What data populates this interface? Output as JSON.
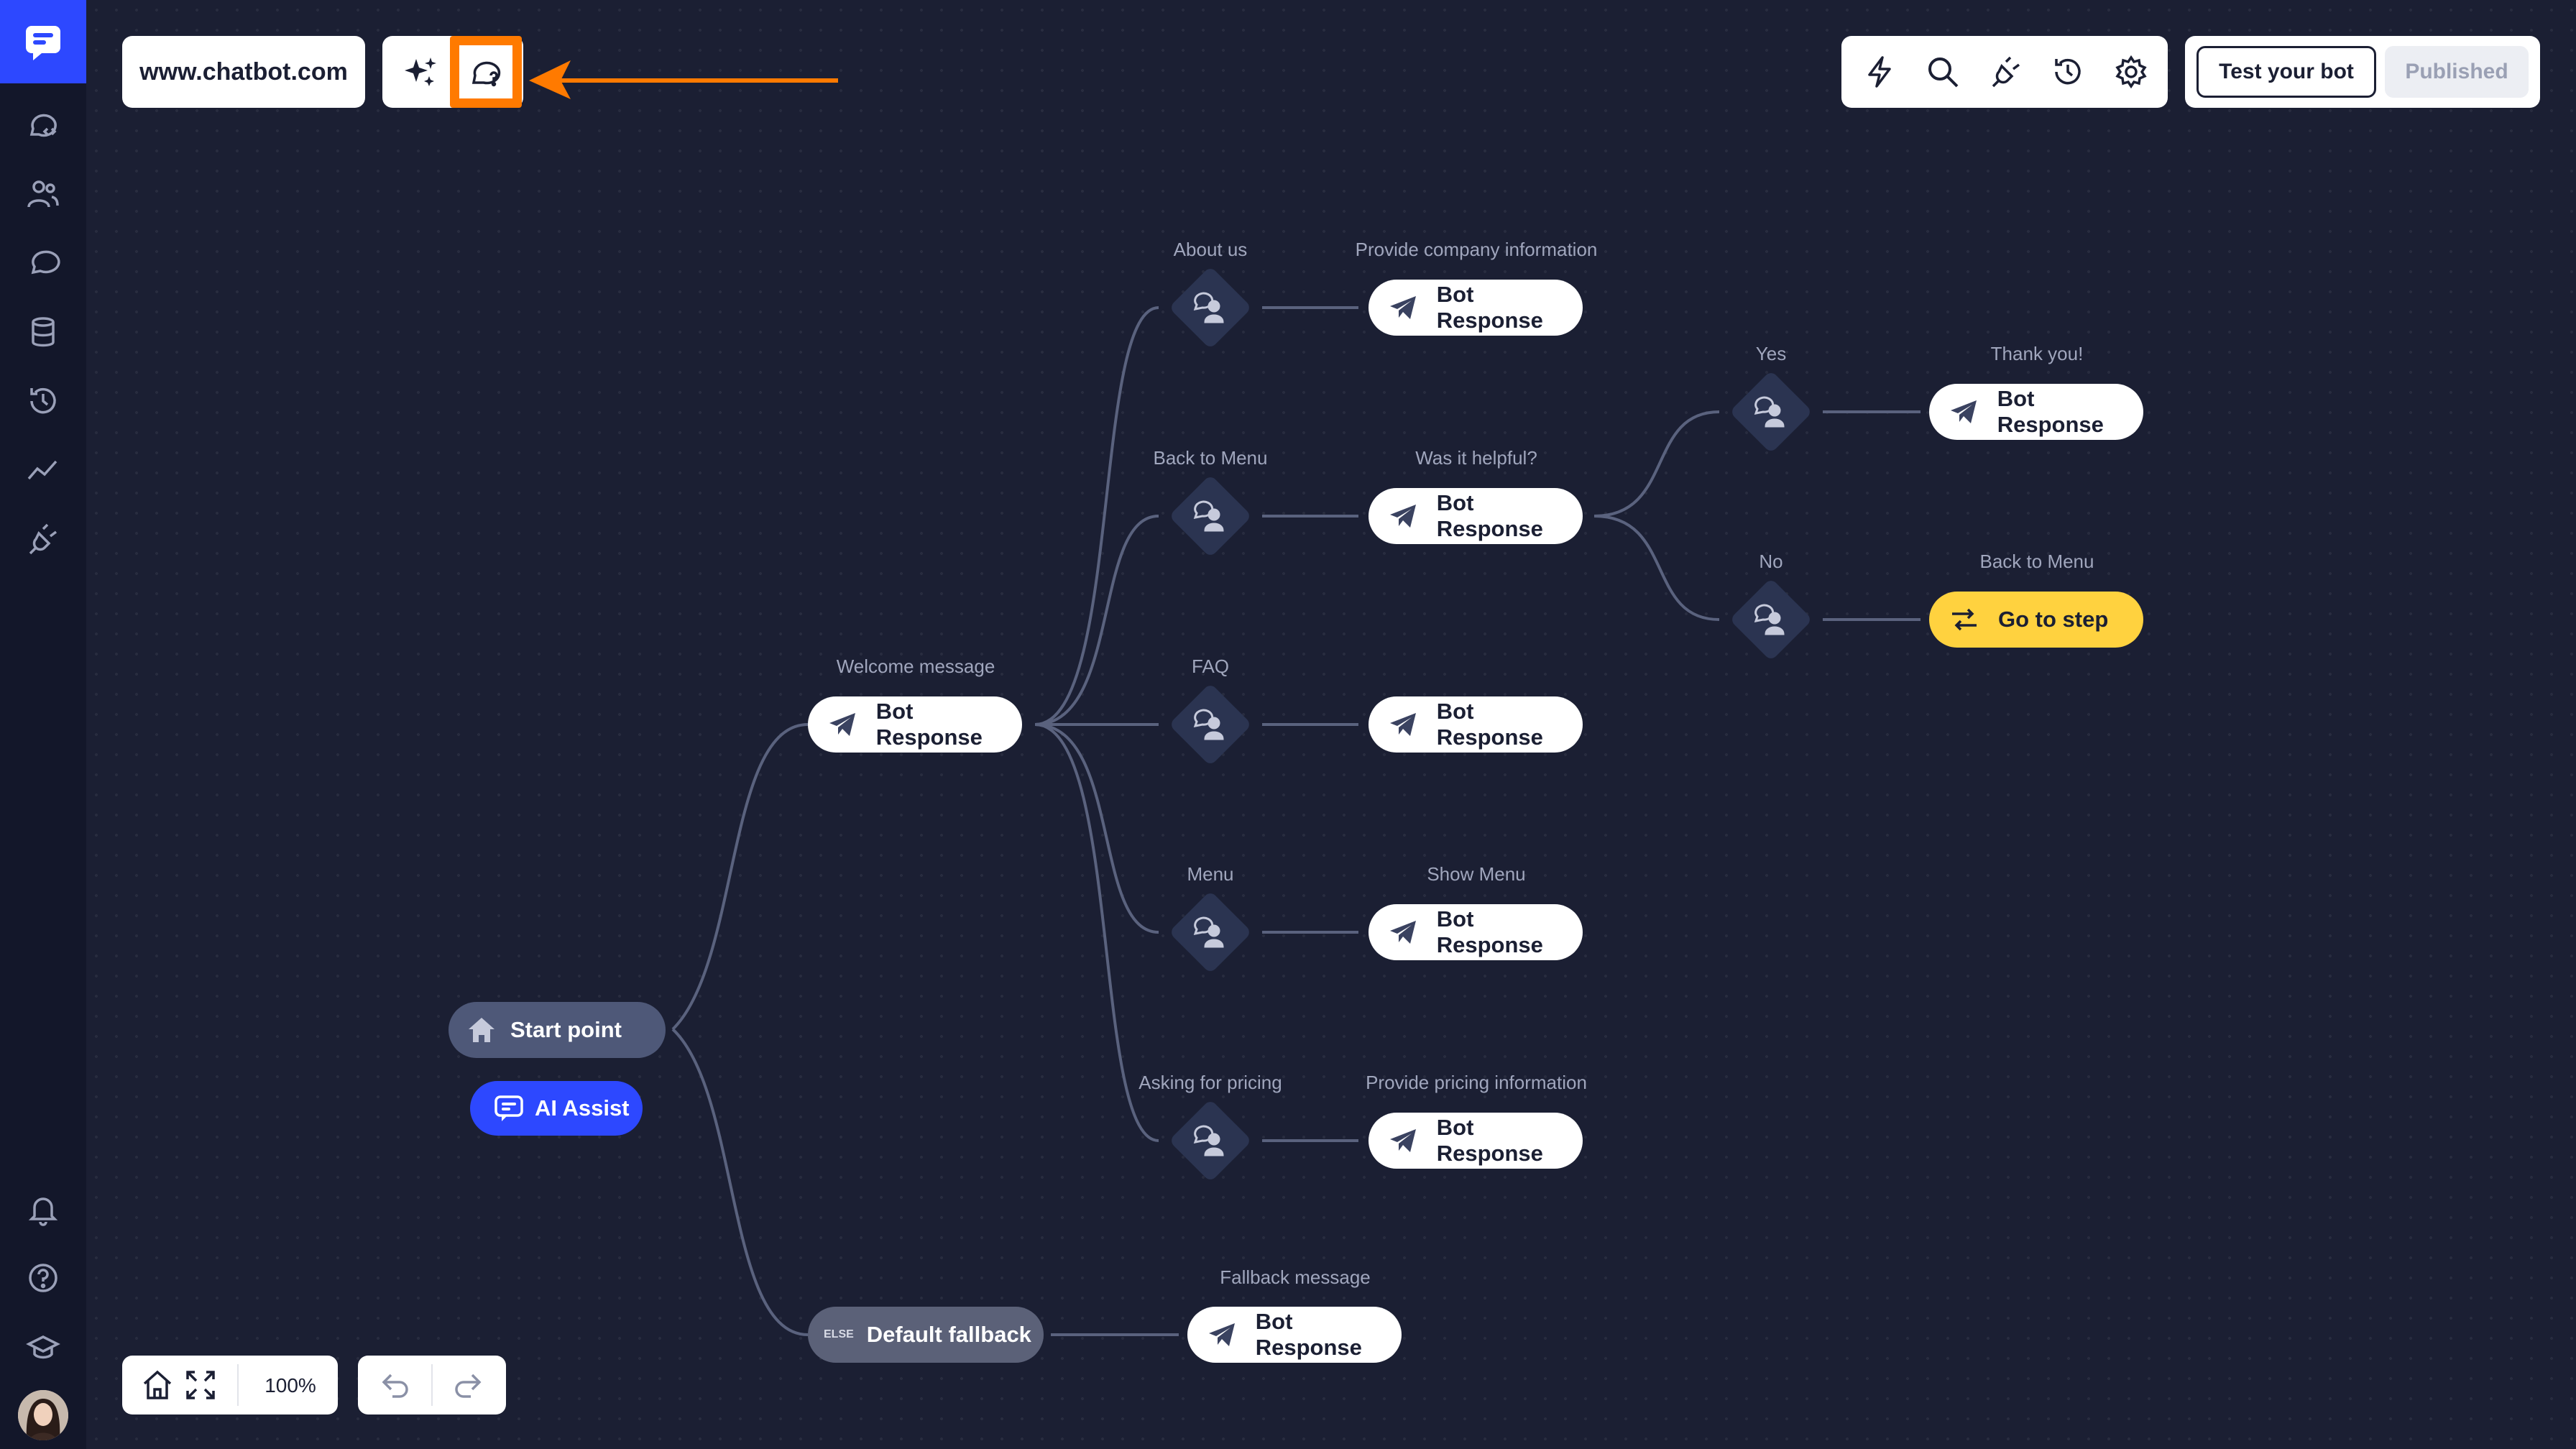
{
  "app": {
    "site_name": "www.chatbot.com"
  },
  "header": {
    "test_button": "Test your bot",
    "published_button": "Published"
  },
  "zoom": {
    "level": "100%"
  },
  "nodes": {
    "start_point": "Start point",
    "ai_assist": "AI Assist",
    "welcome_label": "Welcome message",
    "bot_response": "Bot Response",
    "else_tag": "ELSE",
    "default_fallback": "Default fallback",
    "fallback_label": "Fallback message",
    "about_label": "About us",
    "provide_company_label": "Provide company information",
    "back_menu_label": "Back to Menu",
    "helpful_label": "Was it helpful?",
    "faq_label": "FAQ",
    "menu_label": "Menu",
    "show_menu_label": "Show Menu",
    "pricing_label": "Asking for pricing",
    "provide_pricing_label": "Provide pricing information",
    "yes_label": "Yes",
    "thank_you_label": "Thank you!",
    "no_label": "No",
    "back_to_menu_label": "Back to Menu",
    "go_to_step": "Go to step"
  },
  "colors": {
    "accent": "#2d48ff",
    "highlight": "#ff7a00",
    "goto": "#ffd23f",
    "canvas": "#1b1f33"
  }
}
